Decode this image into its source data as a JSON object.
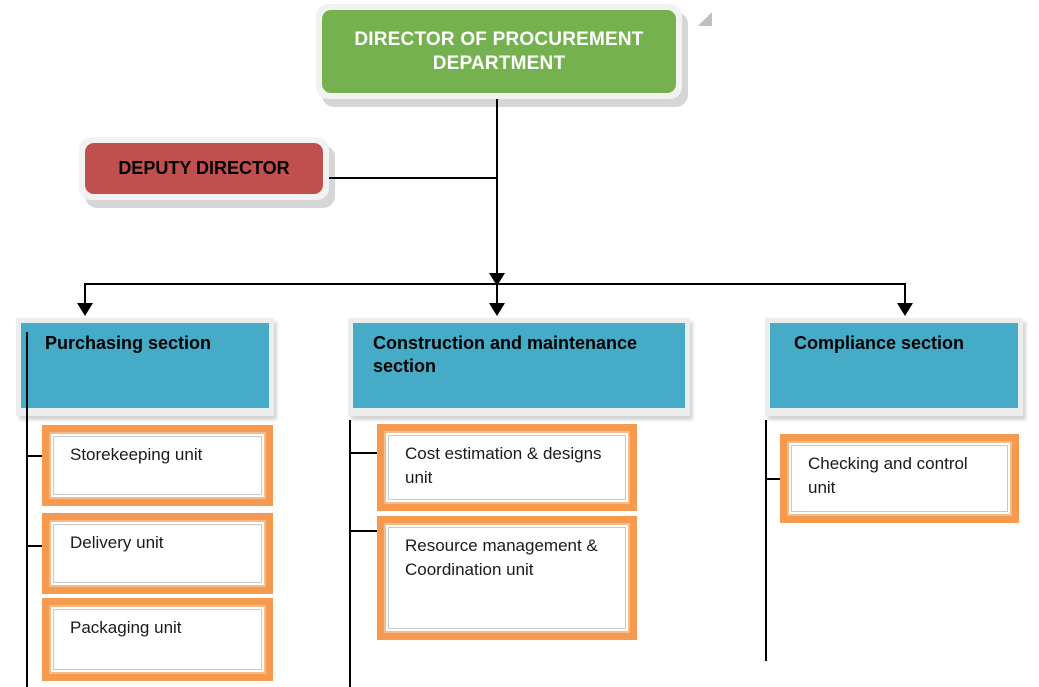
{
  "chart": {
    "type": "organizational-chart",
    "title": "Procurement Department Organizational Chart",
    "colors": {
      "director_fill": "#76b14f",
      "deputy_fill": "#c0504d",
      "section_fill": "#46abc6",
      "unit_border": "#f59a4f",
      "unit_fill": "#ffffff",
      "connector": "#000000"
    }
  },
  "top": {
    "director": "DIRECTOR OF PROCUREMENT DEPARTMENT",
    "deputy": "DEPUTY DIRECTOR"
  },
  "sections": [
    {
      "id": "purchasing",
      "label": "Purchasing section",
      "units": [
        {
          "label": "Storekeeping unit"
        },
        {
          "label": "Delivery unit"
        },
        {
          "label": "Packaging unit"
        }
      ]
    },
    {
      "id": "construction-maintenance",
      "label": "Construction and maintenance section",
      "units": [
        {
          "label": "Cost estimation & designs unit"
        },
        {
          "label": "Resource management & Coordination unit"
        }
      ]
    },
    {
      "id": "compliance",
      "label": "Compliance section",
      "units": [
        {
          "label": "Checking and control unit"
        }
      ]
    }
  ]
}
